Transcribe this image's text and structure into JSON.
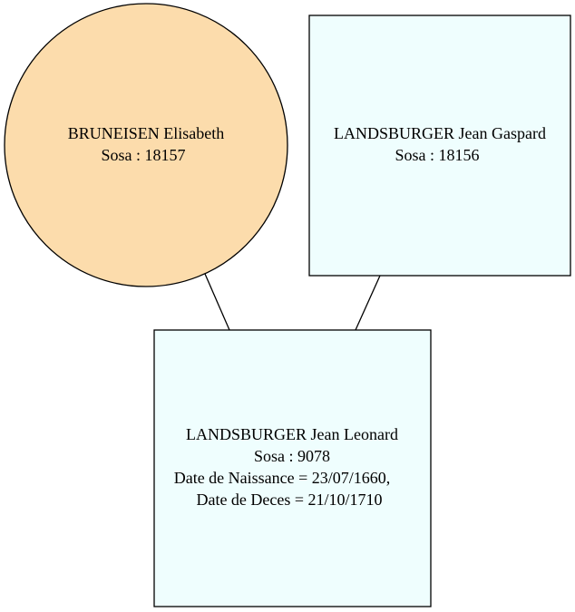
{
  "colors": {
    "female_fill": "#fcdcac",
    "male_fill": "#effefe",
    "stroke": "#000000",
    "background": "#ffffff"
  },
  "nodes": {
    "mother": {
      "shape": "circle",
      "name": "BRUNEISEN Elisabeth",
      "sosa": "Sosa : 18157"
    },
    "father": {
      "shape": "box",
      "name": "LANDSBURGER Jean Gaspard",
      "sosa": "Sosa : 18156"
    },
    "child": {
      "shape": "box",
      "name": "LANDSBURGER Jean Leonard",
      "sosa": "Sosa : 9078",
      "birth": "Date de Naissance = 23/07/1660,",
      "death": "Date de Deces = 21/10/1710"
    }
  },
  "edges": [
    {
      "from": "mother",
      "to": "child"
    },
    {
      "from": "father",
      "to": "child"
    }
  ]
}
